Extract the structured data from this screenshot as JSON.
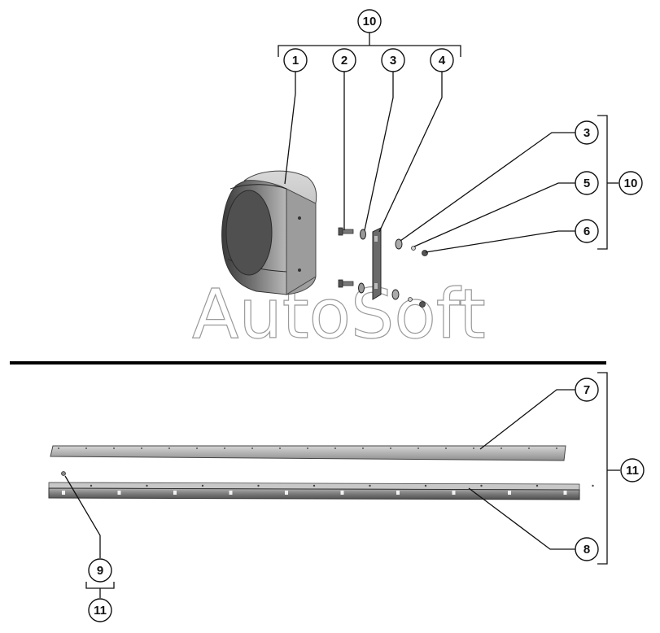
{
  "watermark": "AutoSoft",
  "callouts": {
    "top_group": "10",
    "fan_shroud": "1",
    "bolt": "2",
    "washer_top": "3",
    "plate": "4",
    "washer_right": "3",
    "spring_washer": "5",
    "nut": "6",
    "right_group": "10",
    "strip": "7",
    "bracket_rail": "8",
    "rivet": "9",
    "bottom_left_group": "11",
    "bottom_right_group": "11"
  },
  "colors": {
    "ink": "#111111",
    "part_dark": "#4a4a4a",
    "part_mid": "#8a8a8a",
    "part_light": "#c4c4c4",
    "watermark": "#9a9a9a"
  }
}
